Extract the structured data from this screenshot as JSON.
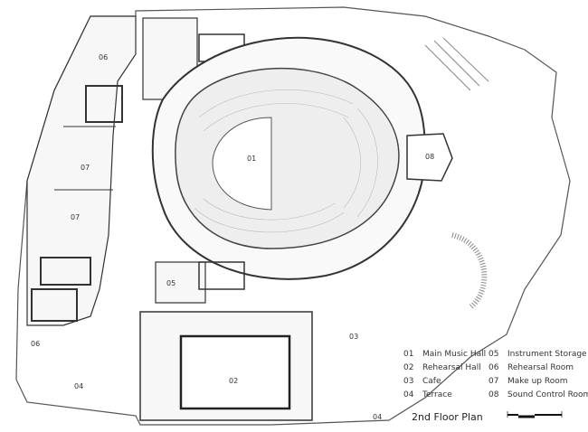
{
  "plan": {
    "title": "2nd Floor Plan",
    "room_labels": [
      "01",
      "08",
      "06",
      "07",
      "07",
      "05",
      "06",
      "04",
      "02",
      "03",
      "04"
    ]
  },
  "legend": [
    {
      "code": "01",
      "name": "Main Music Hall"
    },
    {
      "code": "02",
      "name": "Rehearsal Hall"
    },
    {
      "code": "03",
      "name": "Cafe"
    },
    {
      "code": "04",
      "name": "Terrace"
    },
    {
      "code": "05",
      "name": "Instrument Storage"
    },
    {
      "code": "06",
      "name": "Rehearsal Room"
    },
    {
      "code": "07",
      "name": "Make up Room"
    },
    {
      "code": "08",
      "name": "Sound Control Room"
    }
  ],
  "colors": {
    "line": "#444444",
    "wall": "#333333",
    "fill": "#f4f4f4"
  }
}
